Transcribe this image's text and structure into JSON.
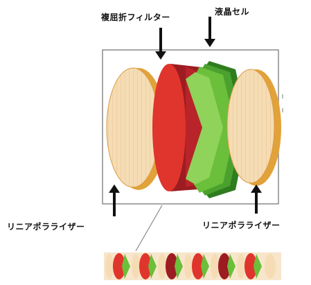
{
  "labels": {
    "birefringent_filter": "複屈折フィルター",
    "liquid_crystal_cell": "液晶セル",
    "linear_polarizer_left": "リニアポラライザー",
    "linear_polarizer_right": "リニアポラライザー"
  },
  "colors": {
    "polarizer_face": "#f5dcb4",
    "polarizer_edge": "#e2a23a",
    "filter_face": "#e0352c",
    "filter_side": "#9c1c22",
    "lc_face": "#6bbf3a",
    "lc_side": "#2f7d1f",
    "frame": "#8a8a8a",
    "arrow": "#111111"
  },
  "icons": {
    "pointer": "down-arrow",
    "pointer_up": "up-arrow"
  }
}
